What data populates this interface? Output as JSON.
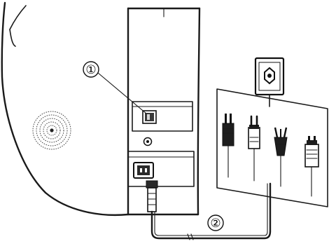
{
  "callouts": [
    {
      "id": "power-switch",
      "label": "①"
    },
    {
      "id": "power-cord",
      "label": "②"
    }
  ]
}
